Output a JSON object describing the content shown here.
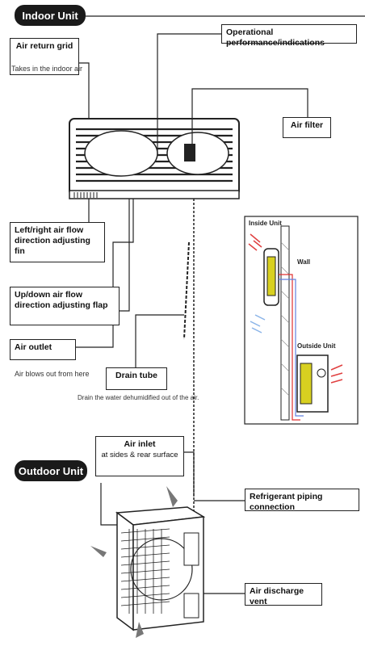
{
  "headers": {
    "indoor": "Indoor Unit",
    "outdoor": "Outdoor Unit"
  },
  "labels": {
    "air_return_grid": "Air return grid",
    "air_return_grid_desc": "Takes in the indoor air",
    "operational_performance": "Operational performance/indications",
    "air_filter": "Air filter",
    "lr_fin": "Left/right air flow direction adjusting fin",
    "ud_flap": "Up/down air flow direction adjusting flap",
    "air_outlet": "Air outlet",
    "air_outlet_desc": "Air blows out from here",
    "drain_tube": "Drain tube",
    "drain_tube_desc": "Drain the water dehumidified out of the air.",
    "air_inlet": "Air inlet",
    "air_inlet_desc": "at sides & rear surface",
    "refrigerant_piping": "Refrigerant piping connection",
    "air_discharge_vent": "Air discharge vent"
  },
  "inset": {
    "inside_unit": "Inside Unit",
    "wall": "Wall",
    "outside_unit": "Outside Unit"
  },
  "colors": {
    "inset_yellow": "#d8d020",
    "pipe_red": "#e03030",
    "pipe_blue": "#6080e0",
    "arrow_red": "#e04040",
    "air_blue": "#8ab4e8"
  }
}
